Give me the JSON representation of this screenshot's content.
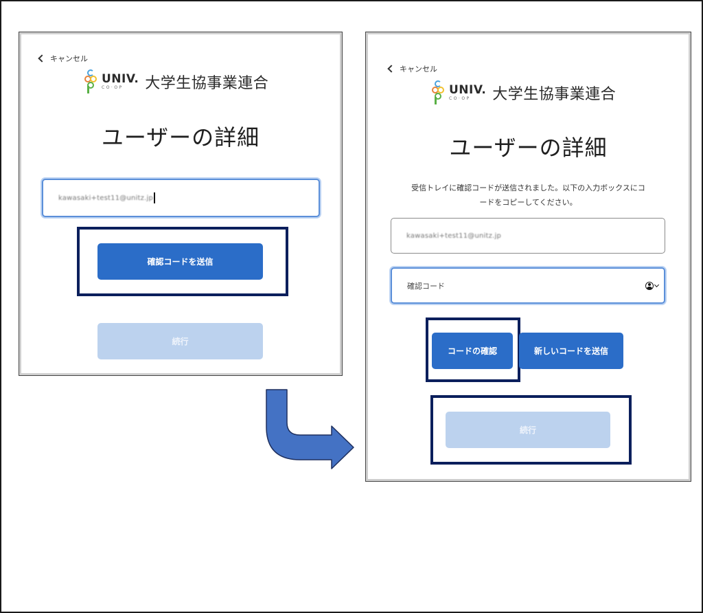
{
  "panels": {
    "before": {
      "cancel_label": "キャンセル",
      "logo": {
        "wordmark": "UNIV.",
        "sub": "CO·OP",
        "org_name": "大学生協事業連合"
      },
      "title": "ユーザーの詳細",
      "email_input": {
        "value": "kawasaki+test11@unitz.jp",
        "state": "focused"
      },
      "send_code_button": "確認コードを送信",
      "continue_button": "続行"
    },
    "after": {
      "cancel_label": "キャンセル",
      "logo": {
        "wordmark": "UNIV.",
        "sub": "CO·OP",
        "org_name": "大学生協事業連合"
      },
      "title": "ユーザーの詳細",
      "info_message_line1": "受信トレイに確認コードが送信されました。以下の入力ボックスにコ",
      "info_message_line2": "ードをコピーしてください。",
      "email_input": {
        "value": "kawasaki+test11@unitz.jp"
      },
      "code_input": {
        "placeholder": "確認コード",
        "state": "focused",
        "icon": "autofill-person-icon"
      },
      "verify_code_button": "コードの確認",
      "resend_code_button": "新しいコードを送信",
      "continue_button": "続行"
    }
  },
  "annotations": {
    "highlight_color": "#0b1f5c",
    "arrow_color": "#4472c4",
    "arrow_direction": "from before-panel down and right to after-panel"
  },
  "colors": {
    "primary_button": "#2b6dc8",
    "disabled_button": "#bcd2ee",
    "focus_ring": "#5b8fd9"
  }
}
